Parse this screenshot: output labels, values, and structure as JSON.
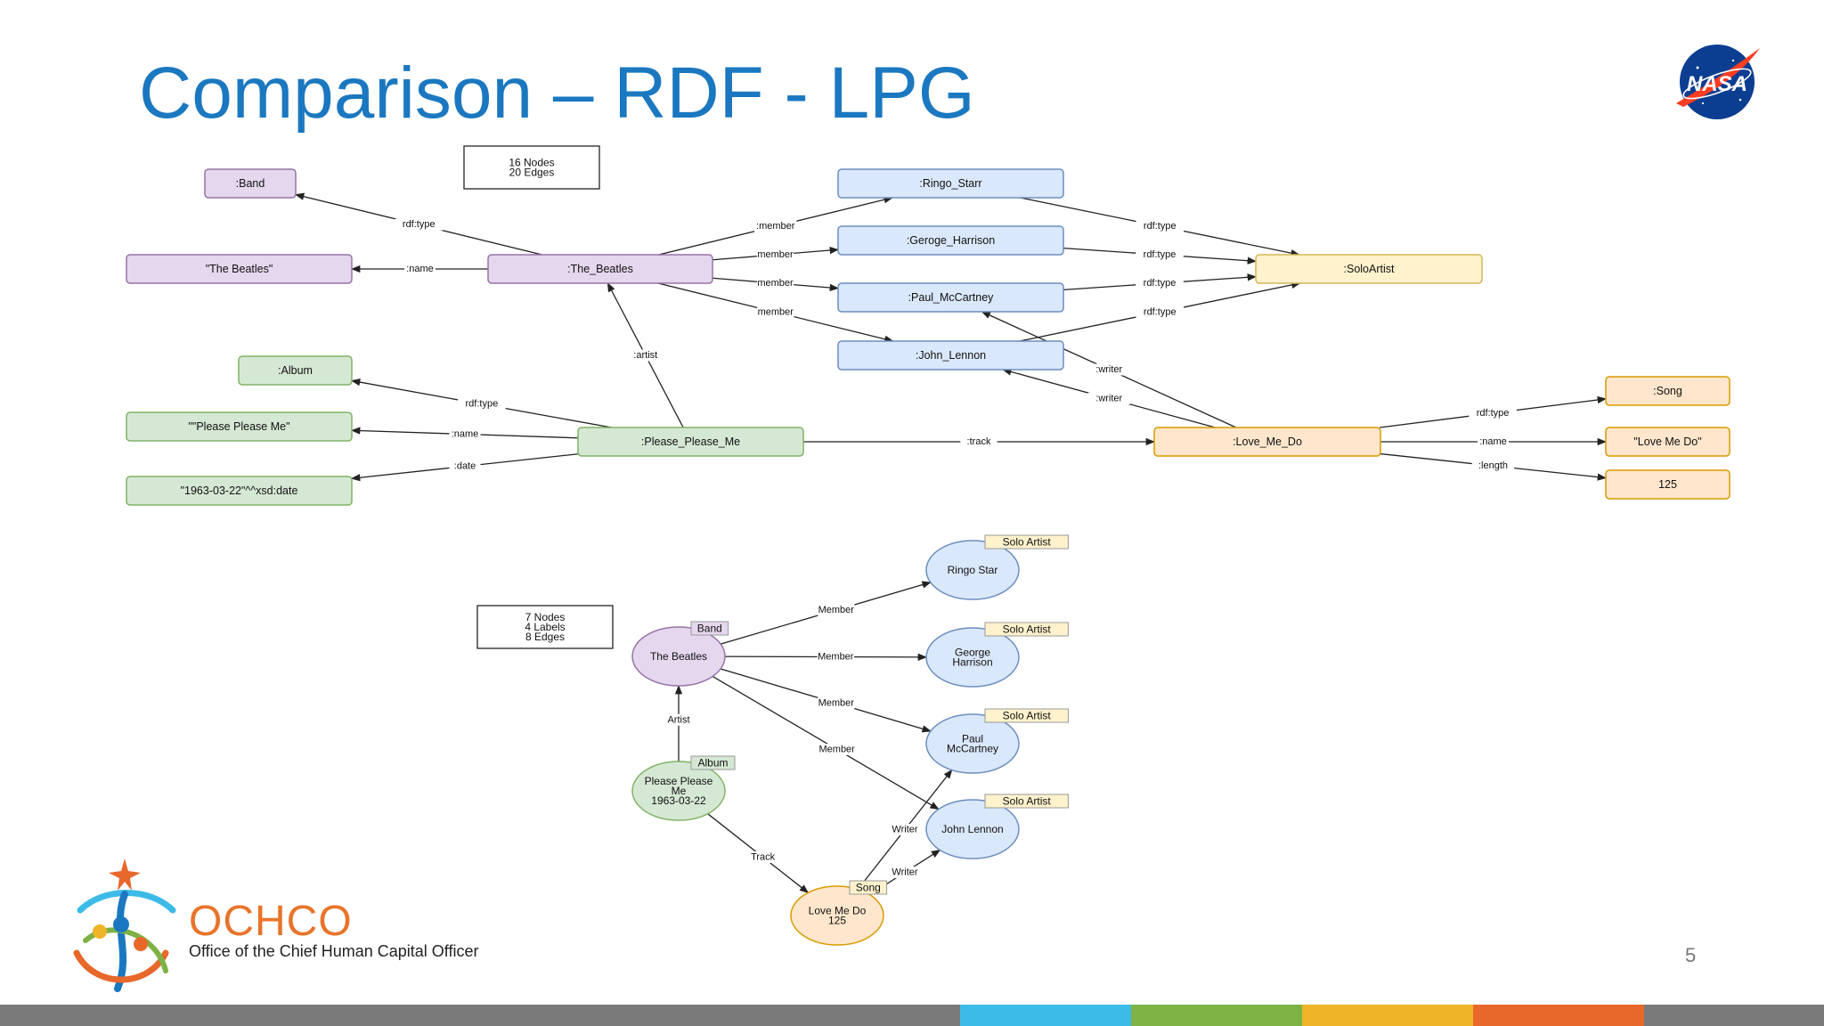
{
  "slide": {
    "title": "Comparison – RDF - LPG",
    "page_number": "5",
    "footer": {
      "org_abbrev": "OCHCO",
      "org_name": "Office of the Chief Human Capital Officer"
    },
    "logo": {
      "text": "NASA",
      "icon": "nasa-meatball-logo"
    }
  },
  "colors": {
    "title": "#1b78c0",
    "purple_fill": "#e5d7ee",
    "purple_stroke": "#9673a6",
    "blue_fill": "#dae8fc",
    "blue_stroke": "#6c8ebf",
    "green_fill": "#d5e8d4",
    "green_stroke": "#82b366",
    "yellow_fill": "#fff2cc",
    "yellow_stroke": "#d6b656",
    "orange_fill": "#ffe6cc",
    "orange_stroke": "#d79b00",
    "footer_bar": [
      "#7a7a7a",
      "#3dbbe8",
      "#7db244",
      "#f0b429",
      "#e8672a",
      "#7a7a7a"
    ]
  },
  "rdf": {
    "stats": [
      "16 Nodes",
      "20 Edges"
    ],
    "nodes": [
      {
        "id": "band",
        "label": ":Band",
        "type": "purple"
      },
      {
        "id": "thebeatles_lit",
        "label": "\"The Beatles\"",
        "type": "purple"
      },
      {
        "id": "the_beatles",
        "label": ":The_Beatles",
        "type": "purple"
      },
      {
        "id": "ringo",
        "label": ":Ringo_Starr",
        "type": "blue"
      },
      {
        "id": "george",
        "label": ":Geroge_Harrison",
        "type": "blue"
      },
      {
        "id": "paul",
        "label": ":Paul_McCartney",
        "type": "blue"
      },
      {
        "id": "john",
        "label": ":John_Lennon",
        "type": "blue"
      },
      {
        "id": "soloartist",
        "label": ":SoloArtist",
        "type": "yellow"
      },
      {
        "id": "album",
        "label": ":Album",
        "type": "green"
      },
      {
        "id": "ppm_lit",
        "label": "\"\"Please Please Me\"",
        "type": "green"
      },
      {
        "id": "date_lit",
        "label": "\"1963-03-22\"^^xsd:date",
        "type": "green"
      },
      {
        "id": "ppm",
        "label": ":Please_Please_Me",
        "type": "green"
      },
      {
        "id": "lmd",
        "label": ":Love_Me_Do",
        "type": "orange"
      },
      {
        "id": "song",
        "label": ":Song",
        "type": "orange"
      },
      {
        "id": "lmd_lit",
        "label": "\"Love Me Do\"",
        "type": "orange"
      },
      {
        "id": "len_lit",
        "label": "125",
        "type": "orange"
      }
    ],
    "edges": [
      {
        "from": "the_beatles",
        "to": "band",
        "label": "rdf:type"
      },
      {
        "from": "the_beatles",
        "to": "thebeatles_lit",
        "label": ":name"
      },
      {
        "from": "the_beatles",
        "to": "ringo",
        "label": ":member"
      },
      {
        "from": "the_beatles",
        "to": "george",
        "label": "member"
      },
      {
        "from": "the_beatles",
        "to": "paul",
        "label": "member"
      },
      {
        "from": "the_beatles",
        "to": "john",
        "label": "member"
      },
      {
        "from": "ringo",
        "to": "soloartist",
        "label": "rdf:type"
      },
      {
        "from": "george",
        "to": "soloartist",
        "label": "rdf:type"
      },
      {
        "from": "paul",
        "to": "soloartist",
        "label": "rdf:type"
      },
      {
        "from": "john",
        "to": "soloartist",
        "label": "rdf:type"
      },
      {
        "from": "ppm",
        "to": "the_beatles",
        "label": ":artist"
      },
      {
        "from": "ppm",
        "to": "album",
        "label": "rdf:type"
      },
      {
        "from": "ppm",
        "to": "ppm_lit",
        "label": ":name"
      },
      {
        "from": "ppm",
        "to": "date_lit",
        "label": ":date"
      },
      {
        "from": "ppm",
        "to": "lmd",
        "label": ":track"
      },
      {
        "from": "lmd",
        "to": "paul",
        "label": ":writer"
      },
      {
        "from": "lmd",
        "to": "john",
        "label": ":writer"
      },
      {
        "from": "lmd",
        "to": "song",
        "label": "rdf:type"
      },
      {
        "from": "lmd",
        "to": "lmd_lit",
        "label": ":name"
      },
      {
        "from": "lmd",
        "to": "len_lit",
        "label": ":length"
      }
    ]
  },
  "lpg": {
    "stats": [
      "7 Nodes",
      "4 Labels",
      "8 Edges"
    ],
    "nodes": [
      {
        "id": "ringo",
        "lines": [
          "Ringo Star"
        ],
        "tag": "Solo Artist",
        "type": "blue"
      },
      {
        "id": "george",
        "lines": [
          "George",
          "Harrison"
        ],
        "tag": "Solo Artist",
        "type": "blue"
      },
      {
        "id": "paul",
        "lines": [
          "Paul",
          "McCartney"
        ],
        "tag": "Solo Artist",
        "type": "blue"
      },
      {
        "id": "john",
        "lines": [
          "John Lennon"
        ],
        "tag": "Solo Artist",
        "type": "blue"
      },
      {
        "id": "beatles",
        "lines": [
          "The Beatles"
        ],
        "tag": "Band",
        "type": "purple"
      },
      {
        "id": "ppm",
        "lines": [
          "Please Please",
          "Me",
          "1963-03-22"
        ],
        "tag": "Album",
        "type": "green"
      },
      {
        "id": "lmd",
        "lines": [
          "Love Me Do",
          "125"
        ],
        "tag": "Song",
        "type": "orange"
      }
    ],
    "edges": [
      {
        "from": "beatles",
        "to": "ringo",
        "label": "Member"
      },
      {
        "from": "beatles",
        "to": "george",
        "label": "Member"
      },
      {
        "from": "beatles",
        "to": "paul",
        "label": "Member"
      },
      {
        "from": "beatles",
        "to": "john",
        "label": "Member"
      },
      {
        "from": "ppm",
        "to": "beatles",
        "label": "Artist"
      },
      {
        "from": "ppm",
        "to": "lmd",
        "label": "Track"
      },
      {
        "from": "lmd",
        "to": "paul",
        "label": "Writer"
      },
      {
        "from": "lmd",
        "to": "john",
        "label": "Writer"
      }
    ]
  }
}
